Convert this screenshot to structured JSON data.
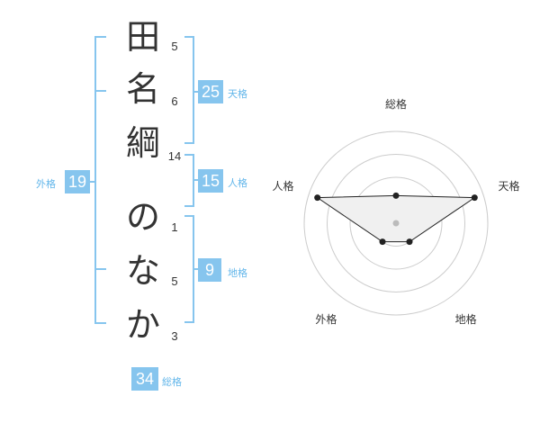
{
  "name_chars": [
    {
      "char": "田",
      "strokes": "5"
    },
    {
      "char": "名",
      "strokes": "6"
    },
    {
      "char": "綱",
      "strokes": "14"
    },
    {
      "char": "の",
      "strokes": "1"
    },
    {
      "char": "な",
      "strokes": "5"
    },
    {
      "char": "か",
      "strokes": "3"
    }
  ],
  "fortune": {
    "tenkaku": {
      "value": "25",
      "label": "天格"
    },
    "jinkaku": {
      "value": "15",
      "label": "人格"
    },
    "chikaku": {
      "value": "9",
      "label": "地格"
    },
    "gaikaku": {
      "value": "19",
      "label": "外格"
    },
    "soukaku": {
      "value": "34",
      "label": "総格"
    }
  },
  "radar": {
    "axes": [
      "総格",
      "天格",
      "地格",
      "外格",
      "人格"
    ],
    "values": [
      0.3,
      0.9,
      0.25,
      0.25,
      0.9
    ],
    "levels": 4,
    "colors": {
      "grid": "#cccccc",
      "fill": "#f0f0f0",
      "line": "#222222",
      "center": "#bbbbbb"
    }
  }
}
